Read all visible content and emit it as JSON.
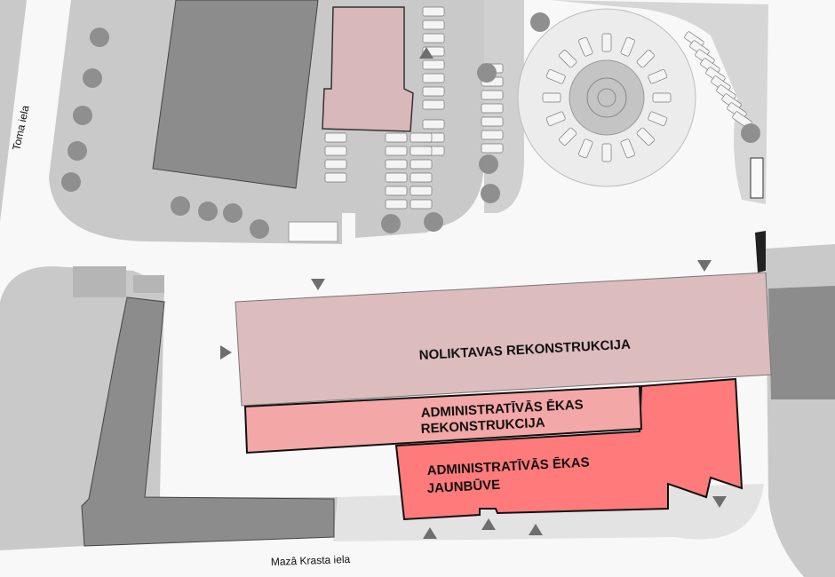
{
  "map": {
    "streets": {
      "toma": "Toma iela",
      "maza_krasta": "Mazâ Krasta iela"
    },
    "buildings": {
      "warehouse": "NOLIKTAVAS REKONSTRUKCIJA",
      "admin_recon_line1": "ADMINISTRATĪVĀS ĒKAS",
      "admin_recon_line2": "REKONSTRUKCIJA",
      "admin_new_line1": "ADMINISTRATĪVĀS ĒKAS",
      "admin_new_line2": "JAUNBŪVE"
    },
    "colors": {
      "road": "#f8f8f8",
      "block": "#c9c9c9",
      "existing_building": "#8c8c8c",
      "warehouse": "#dcbcbd",
      "admin_reconstruction": "#f3a7a7",
      "admin_new": "#ff7a7a",
      "entrance_arrow": "#6e6e6e"
    }
  }
}
